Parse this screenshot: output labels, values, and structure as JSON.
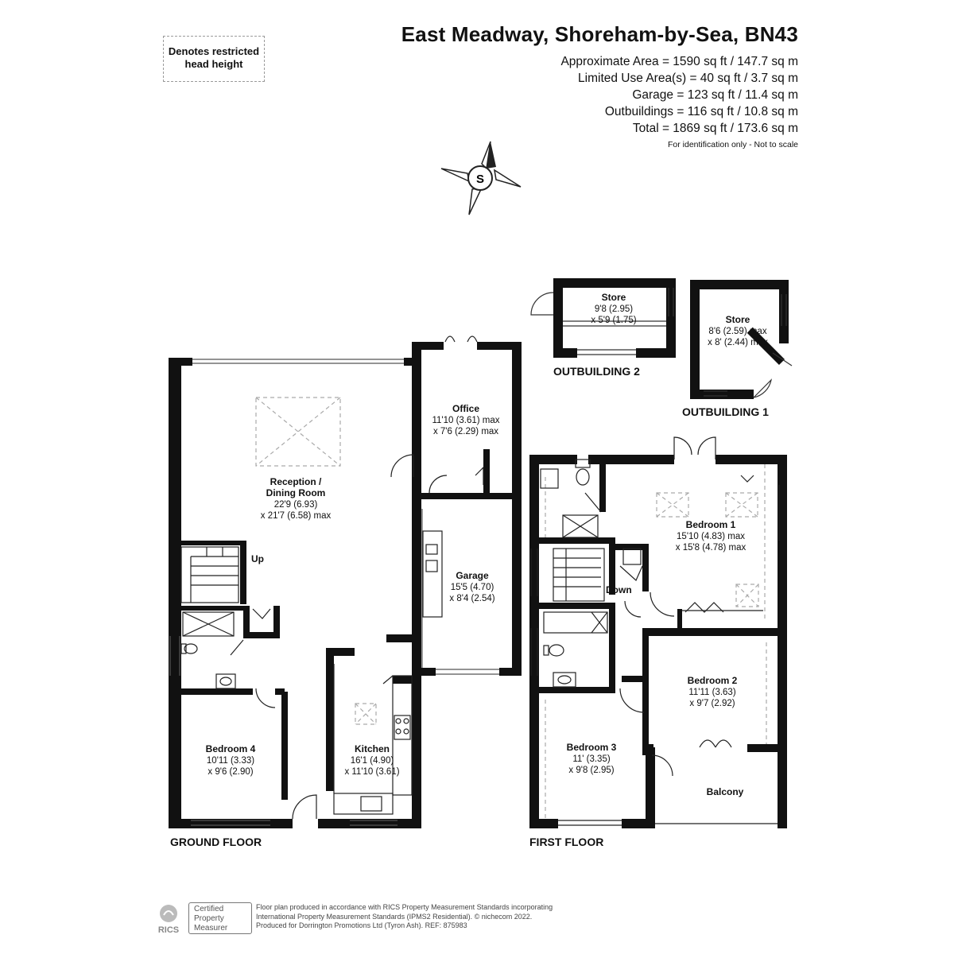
{
  "legend": {
    "line1": "Denotes restricted",
    "line2": "head height"
  },
  "header": {
    "title": "East Meadway, Shoreham-by-Sea, BN43",
    "areas": [
      "Approximate Area = 1590 sq ft / 147.7 sq m",
      "Limited Use Area(s) = 40 sq ft / 3.7 sq m",
      "Garage = 123 sq ft / 11.4 sq m",
      "Outbuildings = 116 sq ft / 10.8 sq m",
      "Total = 1869 sq ft / 173.6 sq m"
    ],
    "note": "For identification only - Not to scale"
  },
  "compass": {
    "letter": "S"
  },
  "floors": {
    "ground": "GROUND FLOOR",
    "first": "FIRST FLOOR",
    "outbuilding1": "OUTBUILDING 1",
    "outbuilding2": "OUTBUILDING 2"
  },
  "rooms": {
    "reception": {
      "name1": "Reception /",
      "name2": "Dining Room",
      "dim1": "22'9 (6.93)",
      "dim2": "x 21'7 (6.58) max"
    },
    "office": {
      "name": "Office",
      "dim1": "11'10 (3.61) max",
      "dim2": "x 7'6 (2.29) max"
    },
    "garage": {
      "name": "Garage",
      "dim1": "15'5 (4.70)",
      "dim2": "x 8'4 (2.54)"
    },
    "kitchen": {
      "name": "Kitchen",
      "dim1": "16'1 (4.90)",
      "dim2": "x 11'10 (3.61)"
    },
    "bedroom4": {
      "name": "Bedroom 4",
      "dim1": "10'11 (3.33)",
      "dim2": "x 9'6 (2.90)"
    },
    "bedroom1": {
      "name": "Bedroom 1",
      "dim1": "15'10 (4.83) max",
      "dim2": "x 15'8 (4.78) max"
    },
    "bedroom2": {
      "name": "Bedroom 2",
      "dim1": "11'11 (3.63)",
      "dim2": "x 9'7 (2.92)"
    },
    "bedroom3": {
      "name": "Bedroom 3",
      "dim1": "11' (3.35)",
      "dim2": "x 9'8 (2.95)"
    },
    "balcony": {
      "name": "Balcony"
    },
    "store2": {
      "name": "Store",
      "dim1": "9'8 (2.95)",
      "dim2": "x 5'9 (1.75)"
    },
    "store1": {
      "name": "Store",
      "dim1": "8'6 (2.59) max",
      "dim2": "x 8' (2.44) max"
    },
    "stairs_up": "Up",
    "stairs_down": "Down"
  },
  "footer": {
    "rics_cert": [
      "Certified",
      "Property",
      "Measurer"
    ],
    "rics_logo": "RICS",
    "lines": [
      "Floor plan produced in accordance with RICS Property Measurement Standards incorporating",
      "International Property Measurement Standards (IPMS2 Residential).  © nichecom 2022.",
      "Produced for Dorrington Promotions Ltd (Tyron Ash).   REF:  875983"
    ]
  }
}
